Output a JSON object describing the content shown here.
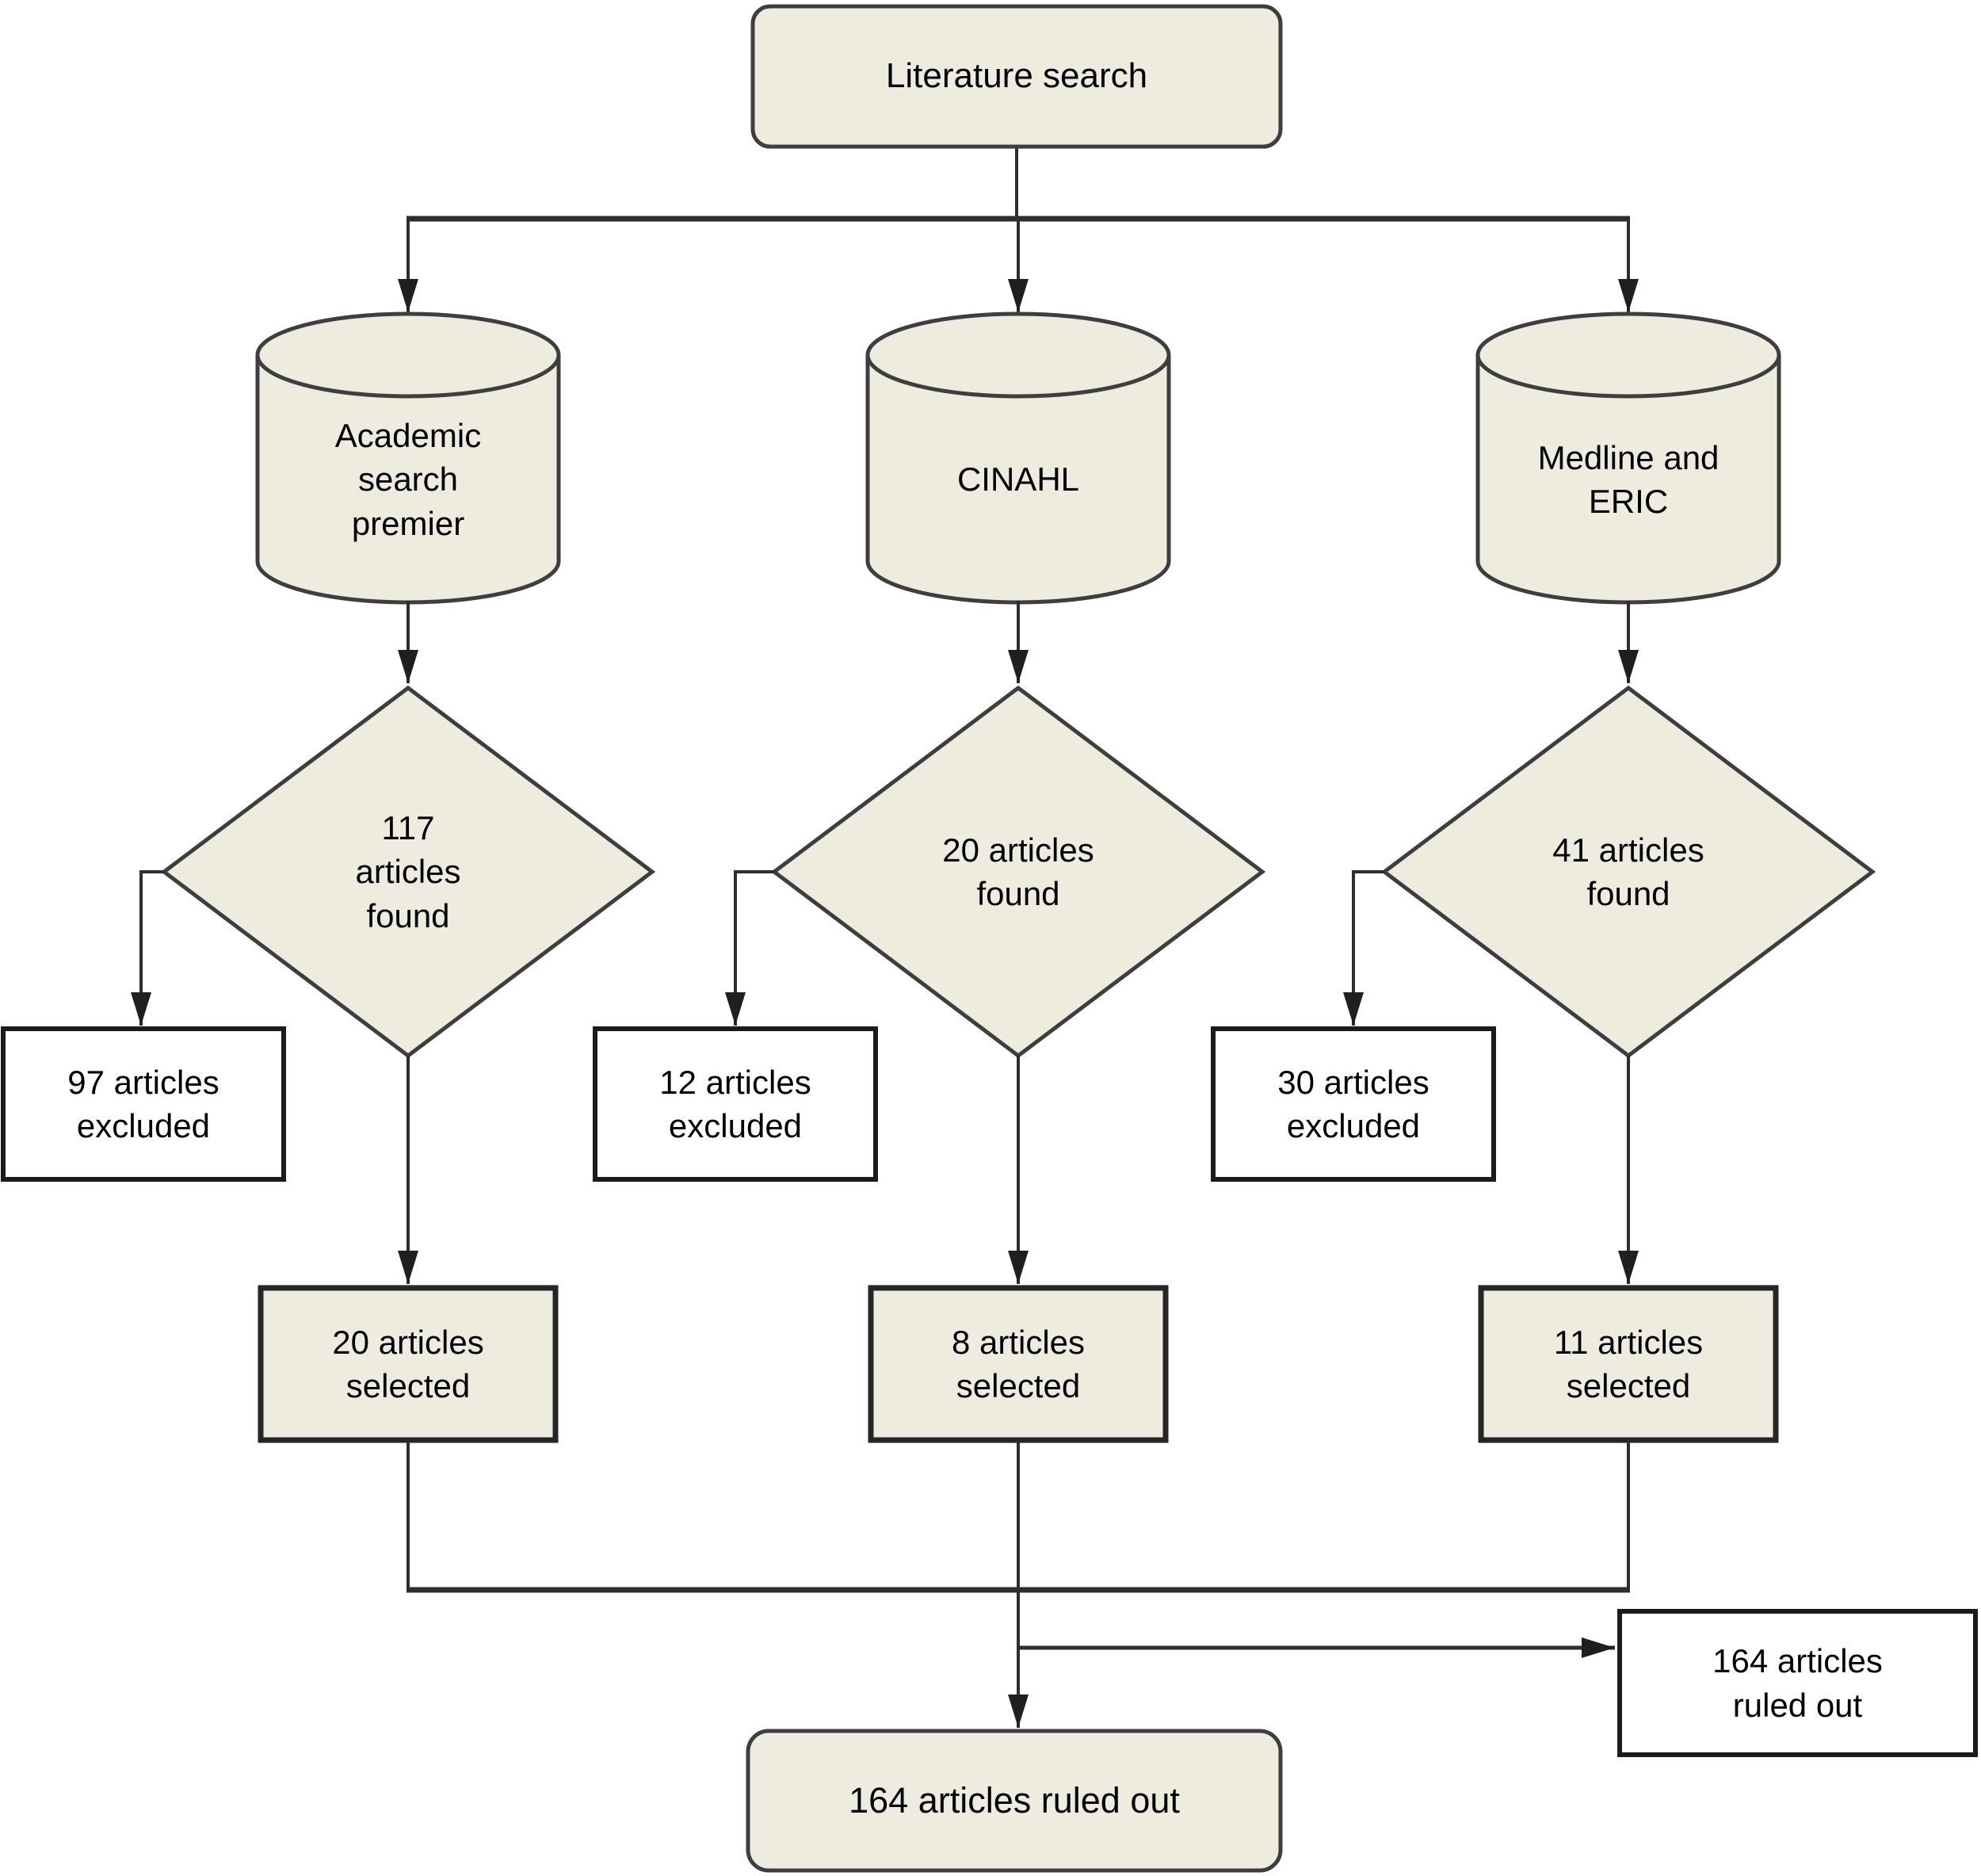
{
  "colors": {
    "node_fill": "#eeecdf",
    "node_border": "#3e3e3e",
    "white_fill": "#ffffff",
    "white_border": "#1b1b1b",
    "selected_border": "#262626",
    "line": "#2e2e2e",
    "text": "#000000",
    "bg": "#ffffff"
  },
  "diagram": {
    "title": "Literature search",
    "columns": [
      {
        "database": "Academic\nsearch\npremier",
        "found": "117\narticles\nfound",
        "excluded": "97 articles\nexcluded",
        "selected": "20 articles\nselected"
      },
      {
        "database": "CINAHL",
        "found": "20 articles\nfound",
        "excluded": "12 articles\nexcluded",
        "selected": "8 articles\nselected"
      },
      {
        "database": "Medline and\nERIC",
        "found": "41 articles\nfound",
        "excluded": "30 articles\nexcluded",
        "selected": "11 articles\nselected"
      }
    ],
    "final": {
      "ruled_out_side": "164 articles\nruled out",
      "ruled_out_bottom": "164 articles ruled out"
    }
  }
}
